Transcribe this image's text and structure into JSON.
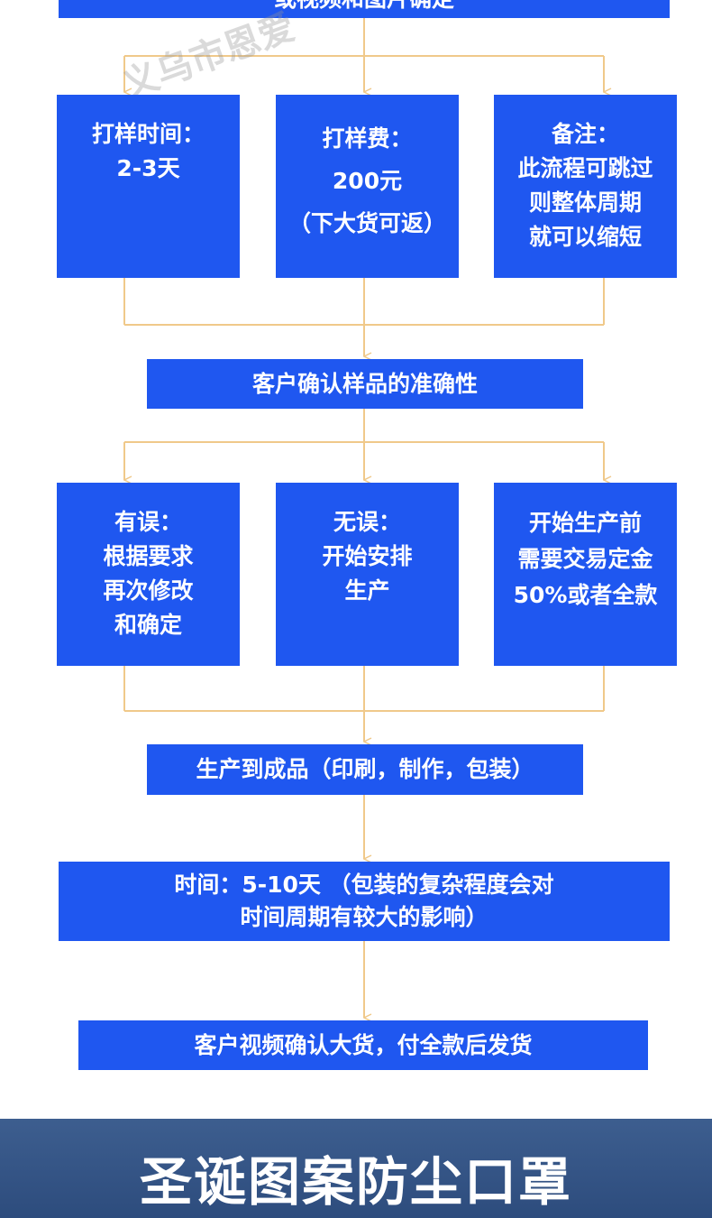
{
  "flow": {
    "top_box": "或视频和图片确定",
    "watermark": "义乌市恩爱",
    "row1": [
      {
        "lines": [
          "打样时间：",
          "2-3天"
        ]
      },
      {
        "lines": [
          "打样费：",
          "200元",
          "（下大货可返）"
        ]
      },
      {
        "lines": [
          "备注：",
          "此流程可跳过",
          "则整体周期",
          "就可以缩短"
        ]
      }
    ],
    "confirm_sample": "客户确认样品的准确性",
    "row2": [
      {
        "lines": [
          "有误：",
          "根据要求",
          "再次修改",
          "和确定"
        ]
      },
      {
        "lines": [
          "无误：",
          "开始安排",
          "生产"
        ]
      },
      {
        "lines": [
          "开始生产前",
          "需要交易定金",
          "50%或者全款"
        ]
      }
    ],
    "production": "生产到成品（印刷，制作，包装）",
    "time": [
      "时间：5-10天 （包装的复杂程度会对",
      "时间周期有较大的影响）"
    ],
    "delivery": "客户视频确认大货，付全款后发货"
  },
  "footer": {
    "title": "圣诞图案防尘口罩"
  },
  "colors": {
    "box": "#1f57f0",
    "connector": "#f0c98a",
    "footer": "#34558a"
  }
}
